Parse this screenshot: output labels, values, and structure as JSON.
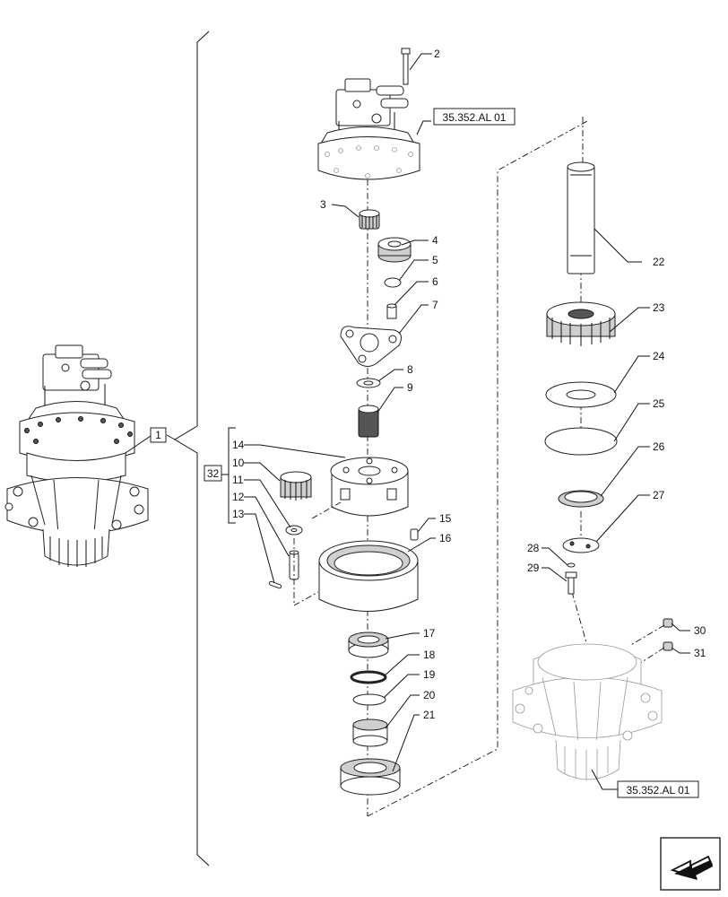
{
  "callouts": {
    "n1": "1",
    "n2": "2",
    "n3": "3",
    "n4": "4",
    "n5": "5",
    "n6": "6",
    "n7": "7",
    "n8": "8",
    "n9": "9",
    "n10": "10",
    "n11": "11",
    "n12": "12",
    "n13": "13",
    "n14": "14",
    "n15": "15",
    "n16": "16",
    "n17": "17",
    "n18": "18",
    "n19": "19",
    "n20": "20",
    "n21": "21",
    "n22": "22",
    "n23": "23",
    "n24": "24",
    "n25": "25",
    "n26": "26",
    "n27": "27",
    "n28": "28",
    "n29": "29",
    "n30": "30",
    "n31": "31",
    "n32": "32"
  },
  "references": {
    "top": "35.352.AL 01",
    "bottom": "35.352.AL 01"
  },
  "icons": {
    "nav": "arrow-back-icon"
  }
}
